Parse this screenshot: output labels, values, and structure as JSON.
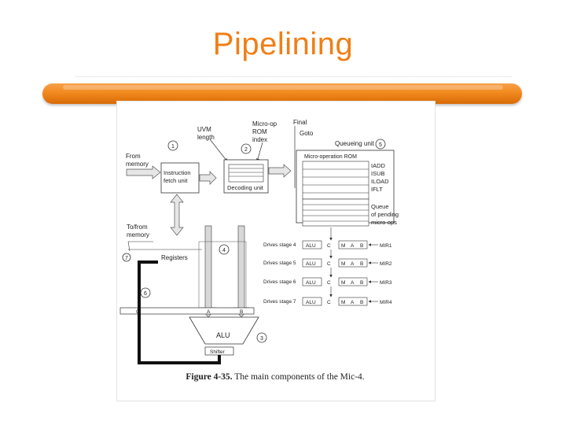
{
  "slide": {
    "title": "Pipelining",
    "colors": {
      "title": "#f07f16",
      "bar": "#f28a1e",
      "frame": "#cfcfcf"
    }
  },
  "diagram": {
    "labels": {
      "uum_length_1": "UVM",
      "uum_length_2": "length",
      "microop_1": "Micro-op",
      "microop_2": "ROM",
      "microop_3": "index",
      "final": "Final",
      "goto": "Goto",
      "queueing_unit": "Queueing unit",
      "from_memory_1": "From",
      "from_memory_2": "memory",
      "ifu_1": "Instruction",
      "ifu_2": "fetch unit",
      "decoding_unit": "Decoding unit",
      "micro_rom": "Micro-operation ROM",
      "iadd": "IADD",
      "isub": "ISUB",
      "iload": "ILOAD",
      "iflt": "IFLT",
      "queue_1": "Queue",
      "queue_2": "of pending",
      "queue_3": "micro-ops",
      "to_from_1": "To/from",
      "to_from_2": "memory",
      "registers": "Registers",
      "bus_c": "C",
      "bus_a": "A",
      "bus_b": "B",
      "alu": "ALU",
      "shifter": "Shifter",
      "marker_1": "1",
      "marker_2": "2",
      "marker_3": "3",
      "marker_4": "4",
      "marker_5": "5",
      "marker_6": "6",
      "marker_7": "7"
    },
    "stages": [
      {
        "label": "Drives stage 4",
        "alu": "ALU",
        "c": "C",
        "m": "M",
        "a": "A",
        "b": "B",
        "mir": "MIR1"
      },
      {
        "label": "Drives stage 5",
        "alu": "ALU",
        "c": "C",
        "m": "M",
        "a": "A",
        "b": "B",
        "mir": "MIR2"
      },
      {
        "label": "Drives stage 6",
        "alu": "ALU",
        "c": "C",
        "m": "M",
        "a": "A",
        "b": "B",
        "mir": "MIR3"
      },
      {
        "label": "Drives stage 7",
        "alu": "ALU",
        "c": "C",
        "m": "M",
        "a": "A",
        "b": "B",
        "mir": "MIR4"
      }
    ],
    "caption_lead": "Figure 4-35.",
    "caption_text": "The main components of the Mic-4."
  }
}
